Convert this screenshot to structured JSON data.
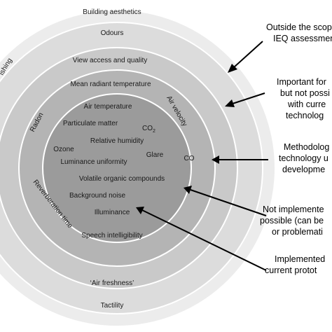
{
  "colors": {
    "ring1": "#ececec",
    "ring2": "#dcdcdc",
    "ring3": "#c9c9c9",
    "ring4": "#b4b4b4",
    "core": "#9b9b9b",
    "ring_border": "#ffffff",
    "arrow": "#000000"
  },
  "rings": {
    "outer": {
      "top": "Building aesthetics",
      "left_arc": "ishing",
      "bottom": "Tactility"
    },
    "second": {
      "top": "Odours",
      "bottom": "‘Air freshness’"
    },
    "third": {
      "top": "View access and quality",
      "bottom": "Speech intelligibility"
    },
    "fourth": {
      "top": "Mean radiant temperature",
      "radon": "Radon",
      "air_velocity": "Air velocity",
      "co": "CO",
      "reverberation_time": "Reverberation time"
    },
    "core": {
      "air_temperature": "Air temperature",
      "particulate_matter": "Particulate matter",
      "co2_main": "CO",
      "co2_sub": "2",
      "relative_humidity": "Relative humidity",
      "ozone": "Ozone",
      "glare": "Glare",
      "luminance_uniformity": "Luminance uniformity",
      "volatile_organic_compounds": "Volatile organic compounds",
      "background_noise": "Background noise",
      "illuminance": "Illuminance"
    }
  },
  "categories": {
    "c1_line1": "Outside the scop",
    "c1_line2": "IEQ assessmen",
    "c2_line1": "Important for",
    "c2_line2": "but not possi",
    "c2_line3": "with curre",
    "c2_line4": "technolog",
    "c3_line1": "Methodolog",
    "c3_line2": "technology u",
    "c3_line3": "developme",
    "c4_line1": "Not implemente",
    "c4_line2": "possible (can be",
    "c4_line3": "or problemati",
    "c5_line1": "Implemented",
    "c5_line2": "current protot"
  }
}
